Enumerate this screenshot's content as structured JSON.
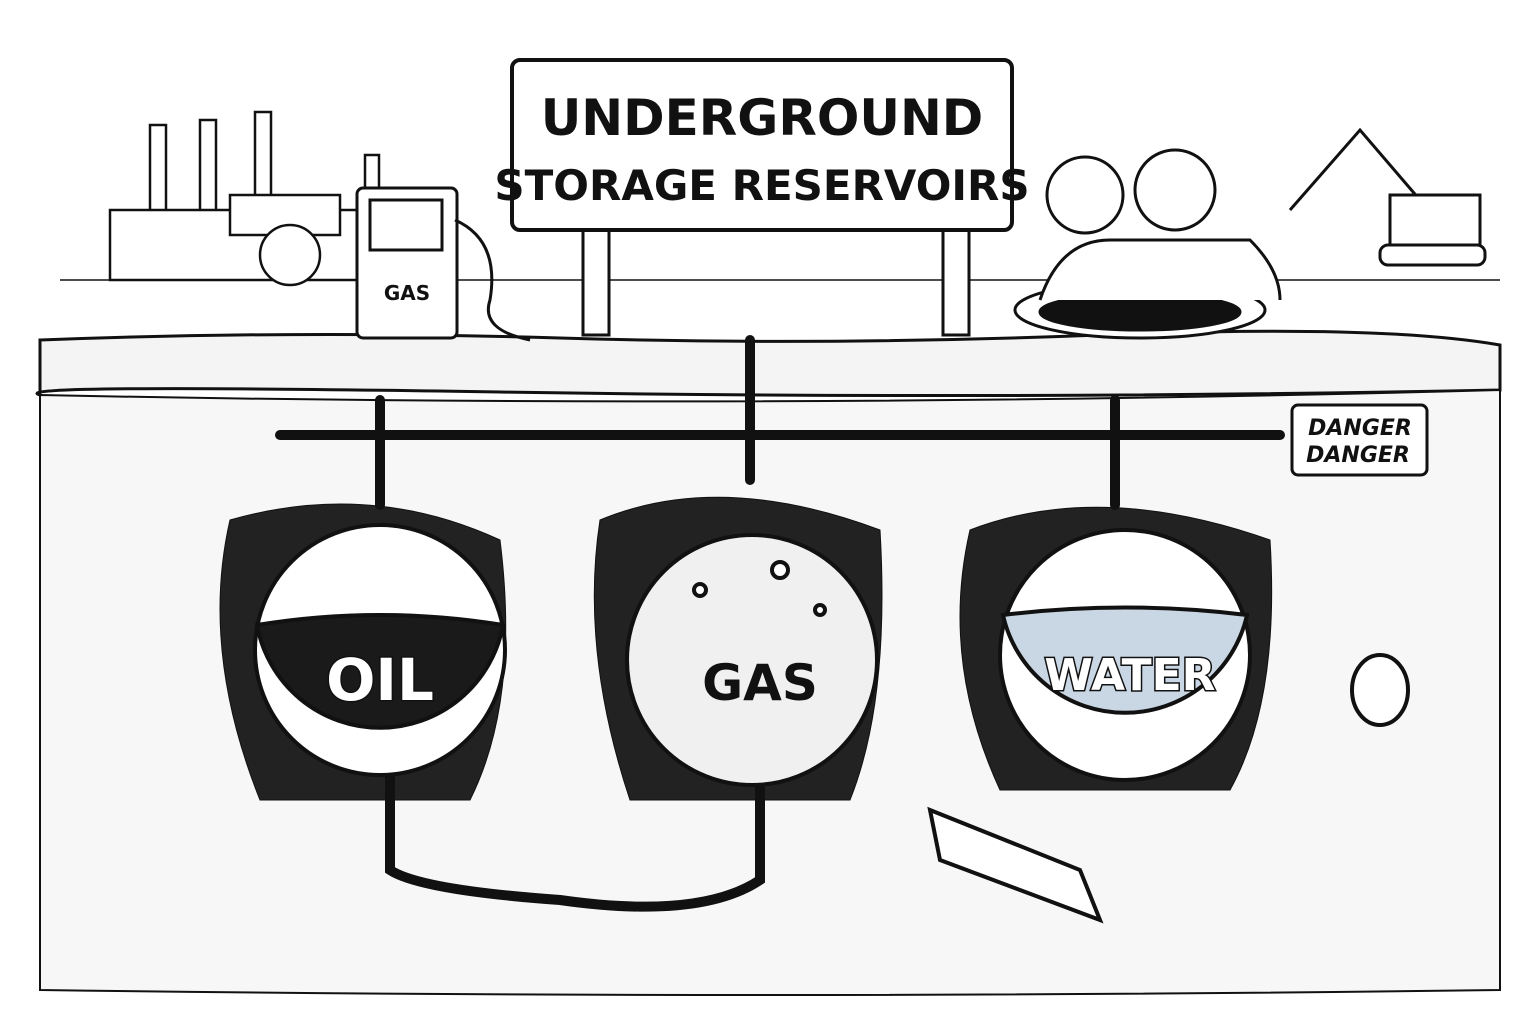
{
  "sign": {
    "line1": "UNDERGROUND",
    "line2": "STORAGE RESERVOIRS"
  },
  "pump": {
    "label": "GAS"
  },
  "tanks": [
    {
      "label": "OIL"
    },
    {
      "label": "GAS"
    },
    {
      "label": "WATER"
    }
  ],
  "danger_sign": {
    "line1": "DANGER",
    "line2": "DANGER"
  },
  "colors": {
    "ink": "#111111",
    "paper": "#ffffff",
    "water": "#6b8fb0",
    "oil": "#1a1a1a"
  }
}
